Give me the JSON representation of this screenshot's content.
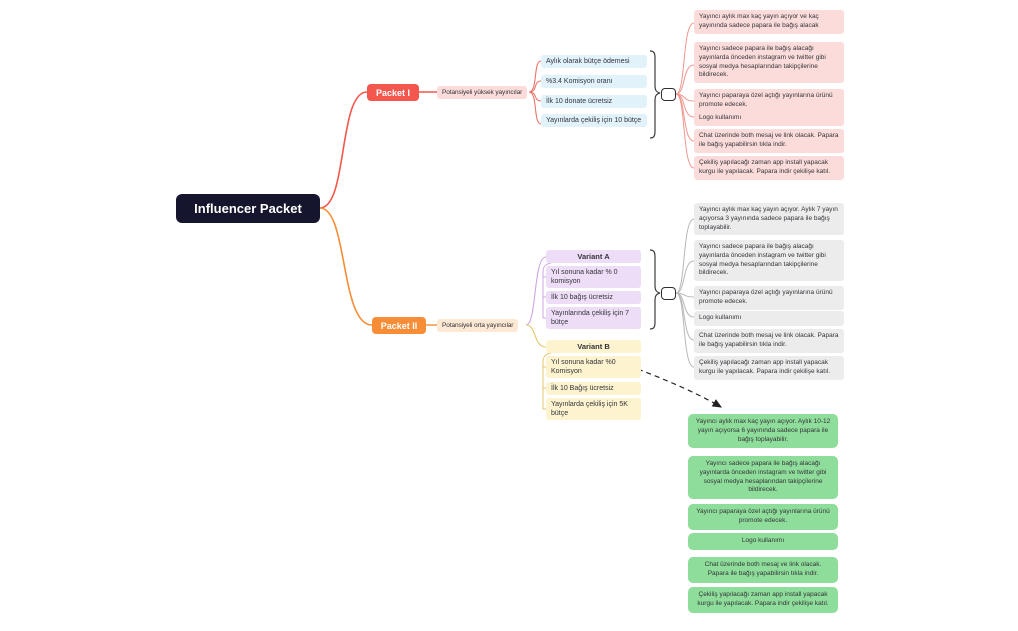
{
  "root": {
    "label": "Influencer Packet"
  },
  "packet1": {
    "label": "Packet I",
    "audience": "Potansiyeli yüksek yayıncılar",
    "features": [
      "Aylık olarak bütçe ödemesi",
      "%3.4 Komisyon oranı",
      "İlk 10 donate ücretsiz",
      "Yayınlarda çekiliş için 10 bütçe"
    ],
    "details": [
      "Yayıncı aylık max kaç yayın açıyor ve kaç yayınında sadece papara ile bağış alacak",
      "Yayıncı sadece papara ile bağış alacağı yayınlarda önceden instagram ve twitter gibi sosyal medya hesaplarından takipçilerine bildirecek.",
      "Yayıncı paparaya özel açtığı yayınlarına ürünü promote edecek.",
      "Logo kullanımı",
      "Chat üzerinde both mesaj ve link olacak. Papara ile bağış yapabilirsin tıkla indir.",
      "Çekiliş yapılacağı zaman app install yapacak kurgu ile yapılacak. Papara indir çekilişe katıl."
    ]
  },
  "packet2": {
    "label": "Packet II",
    "audience": "Potansiyeli orta yayıncılar",
    "variant_a": {
      "label": "Variant A",
      "features": [
        "Yıl sonuna kadar % 0 komisyon",
        "İlk 10 bağış ücretsiz",
        "Yayınlarında çekiliş için 7 bütçe"
      ],
      "details": [
        "Yayıncı aylık max kaç yayın açıyor. Aylık 7 yayın açıyorsa 3 yayınında sadece papara ile bağış toplayabilir.",
        "Yayıncı sadece papara ile bağış alacağı yayınlarda önceden instagram ve twitter gibi sosyal medya hesaplarından takipçilerine bildirecek.",
        "Yayıncı paparaya özel açtığı yayınlarına ürünü promote edecek.",
        "Logo kullanımı",
        "Chat üzerinde both mesaj ve link olacak. Papara ile bağış yapabilirsin tıkla indir.",
        "Çekiliş yapılacağı zaman app install yapacak kurgu ile yapılacak. Papara indir çekilişe katıl."
      ]
    },
    "variant_b": {
      "label": "Variant B",
      "features": [
        "Yıl sonuna kadar %0 Komisyon",
        "İlk 10 Bağış ücretsiz",
        "Yayınlarda çekiliş için 5K bütçe"
      ],
      "details": [
        "Yayıncı aylık max kaç yayın açıyor. Aylık 10-12 yayın açıyorsa 6 yayınında sadece papara ile bağış toplayabilir.",
        "Yayıncı sadece papara ile bağış alacağı yayınlarda önceden instagram ve twitter gibi sosyal medya hesaplarından takipçilerine bildirecek.",
        "Yayıncı paparaya özel açtığı yayınlarına ürünü promote edecek.",
        "Logo kullanımı",
        "Chat üzerinde both mesaj ve link olacak. Papara ile bağış yapabilirsin tıkla indir.",
        "Çekiliş yapılacağı zaman app install yapacak kurgu ile yapılacak. Papara indir çekilişe katıl."
      ]
    }
  },
  "colors": {
    "root_bg": "#15152e",
    "packet1_accent": "#f4574d",
    "packet2_accent": "#f78d36",
    "packet1_light": "#fbdcda",
    "packet2_light": "#fde8d3",
    "feature_blue": "#e2f2fb",
    "variant_a_bg": "#eeddf7",
    "variant_b_bg": "#fdf3cf",
    "detail_pink": "#fbdcda",
    "detail_gray": "#ececec",
    "detail_green": "#8fdd9a"
  }
}
